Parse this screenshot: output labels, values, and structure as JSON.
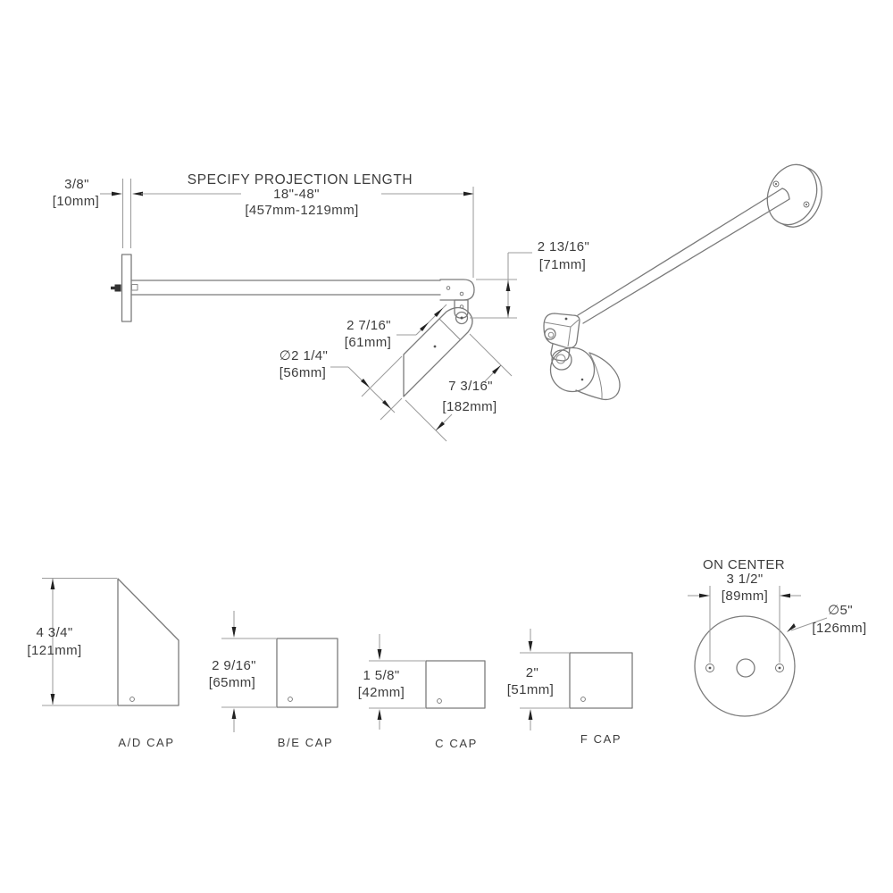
{
  "colors": {
    "background": "#ffffff",
    "object_line": "#7b7b7b",
    "dimension_line": "#9c9c9c",
    "arrow": "#222222",
    "text": "#3d3d3d"
  },
  "side_view": {
    "plate_thickness_in": "3/8\"",
    "plate_thickness_mm": "[10mm]",
    "projection_label": "SPECIFY PROJECTION LENGTH",
    "projection_range_in": "18\"-48\"",
    "projection_range_mm": "[457mm-1219mm]",
    "drop_in": "2 13/16\"",
    "drop_mm": "[71mm]",
    "head_width_in": "2 7/16\"",
    "head_width_mm": "[61mm]",
    "head_diameter_in": "∅2 1/4\"",
    "head_diameter_mm": "[56mm]",
    "head_length_in": "7 3/16\"",
    "head_length_mm": "[182mm]"
  },
  "caps": [
    {
      "label": "A/D CAP",
      "height_in": "4 3/4\"",
      "height_mm": "[121mm]"
    },
    {
      "label": "B/E CAP",
      "height_in": "2 9/16\"",
      "height_mm": "[65mm]"
    },
    {
      "label": "C CAP",
      "height_in": "1 5/8\"",
      "height_mm": "[42mm]"
    },
    {
      "label": "F CAP",
      "height_in": "2\"",
      "height_mm": "[51mm]"
    }
  ],
  "mount_plate": {
    "on_center_label": "ON CENTER",
    "on_center_in": "3 1/2\"",
    "on_center_mm": "[89mm]",
    "diameter_in": "∅5\"",
    "diameter_mm": "[126mm]"
  }
}
